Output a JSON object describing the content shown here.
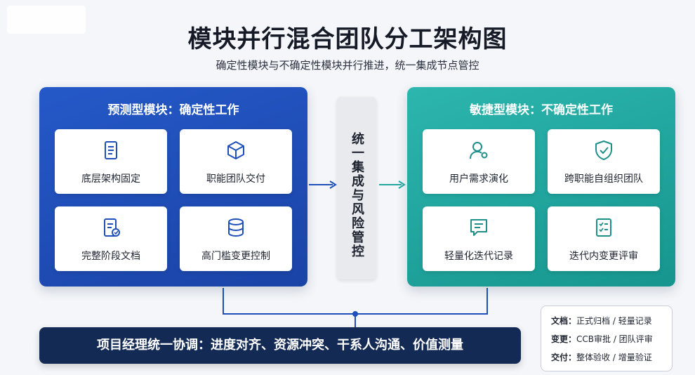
{
  "title": "模块并行混合团队分工架构图",
  "subtitle": "确定性模块与不确定性模块并行推进，统一集成节点管控",
  "left_panel": {
    "title": "预测型模块：确定性工作",
    "cards": [
      {
        "label": "底层架构固定",
        "icon": "document-icon"
      },
      {
        "label": "职能团队交付",
        "icon": "cube-icon"
      },
      {
        "label": "完整阶段文档",
        "icon": "document-edit-icon"
      },
      {
        "label": "高门槛变更控制",
        "icon": "database-icon"
      }
    ]
  },
  "center": {
    "label": "统一集成与风险管控"
  },
  "right_panel": {
    "title": "敏捷型模块：不确定性工作",
    "cards": [
      {
        "label": "用户需求演化",
        "icon": "user-icon"
      },
      {
        "label": "跨职能自组织团队",
        "icon": "shield-check-icon"
      },
      {
        "label": "轻量化迭代记录",
        "icon": "chat-note-icon"
      },
      {
        "label": "迭代内变更评审",
        "icon": "checklist-icon"
      }
    ]
  },
  "bottom_bar": {
    "text": "项目经理统一协调：进度对齐、资源冲突、干系人沟通、价值测量"
  },
  "legend": {
    "rows": [
      {
        "key": "文档：",
        "value": "正式归档 / 轻量记录"
      },
      {
        "key": "变更：",
        "value": "CCB审批 / 团队评审"
      },
      {
        "key": "交付：",
        "value": "整体验收 / 增量验证"
      }
    ]
  },
  "colors": {
    "left_panel": "#1f4fb8",
    "right_panel": "#22a7a0",
    "bottom_bar": "#132a55",
    "arrow_left": "#1f4fb8",
    "arrow_right": "#22a7a0",
    "connector": "#1f4fb8"
  }
}
